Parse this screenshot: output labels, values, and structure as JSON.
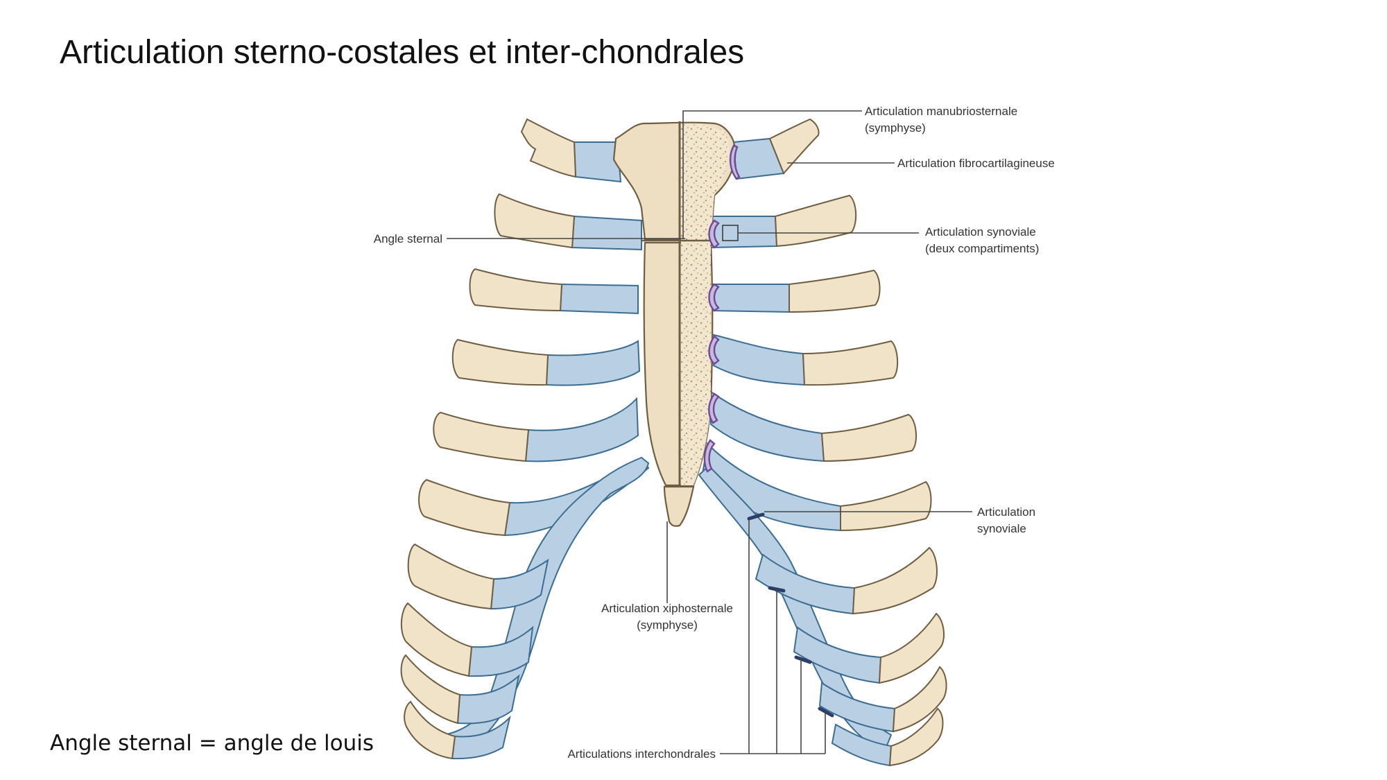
{
  "slide": {
    "title": "Articulation sterno-costales et inter-chondrales",
    "footnote": "Angle sternal = angle de louis"
  },
  "figure": {
    "labels": {
      "manubriosternal_1": "Articulation manubriosternale",
      "manubriosternal_2": "(symphyse)",
      "fibrocartilagineuse": "Articulation fibrocartilagineuse",
      "angle_sternal": "Angle sternal",
      "synoviale_deux_1": "Articulation synoviale",
      "synoviale_deux_2": "(deux compartiments)",
      "synoviale_1": "Articulation",
      "synoviale_2": "synoviale",
      "xiphosternale_1": "Articulation xiphosternale",
      "xiphosternale_2": "(symphyse)",
      "interchondrales": "Articulations interchondrales"
    },
    "colors": {
      "bone": "#efdfc2",
      "cartilage": "#b9d0e4",
      "synovial_joint": "#c8b8dc"
    }
  }
}
